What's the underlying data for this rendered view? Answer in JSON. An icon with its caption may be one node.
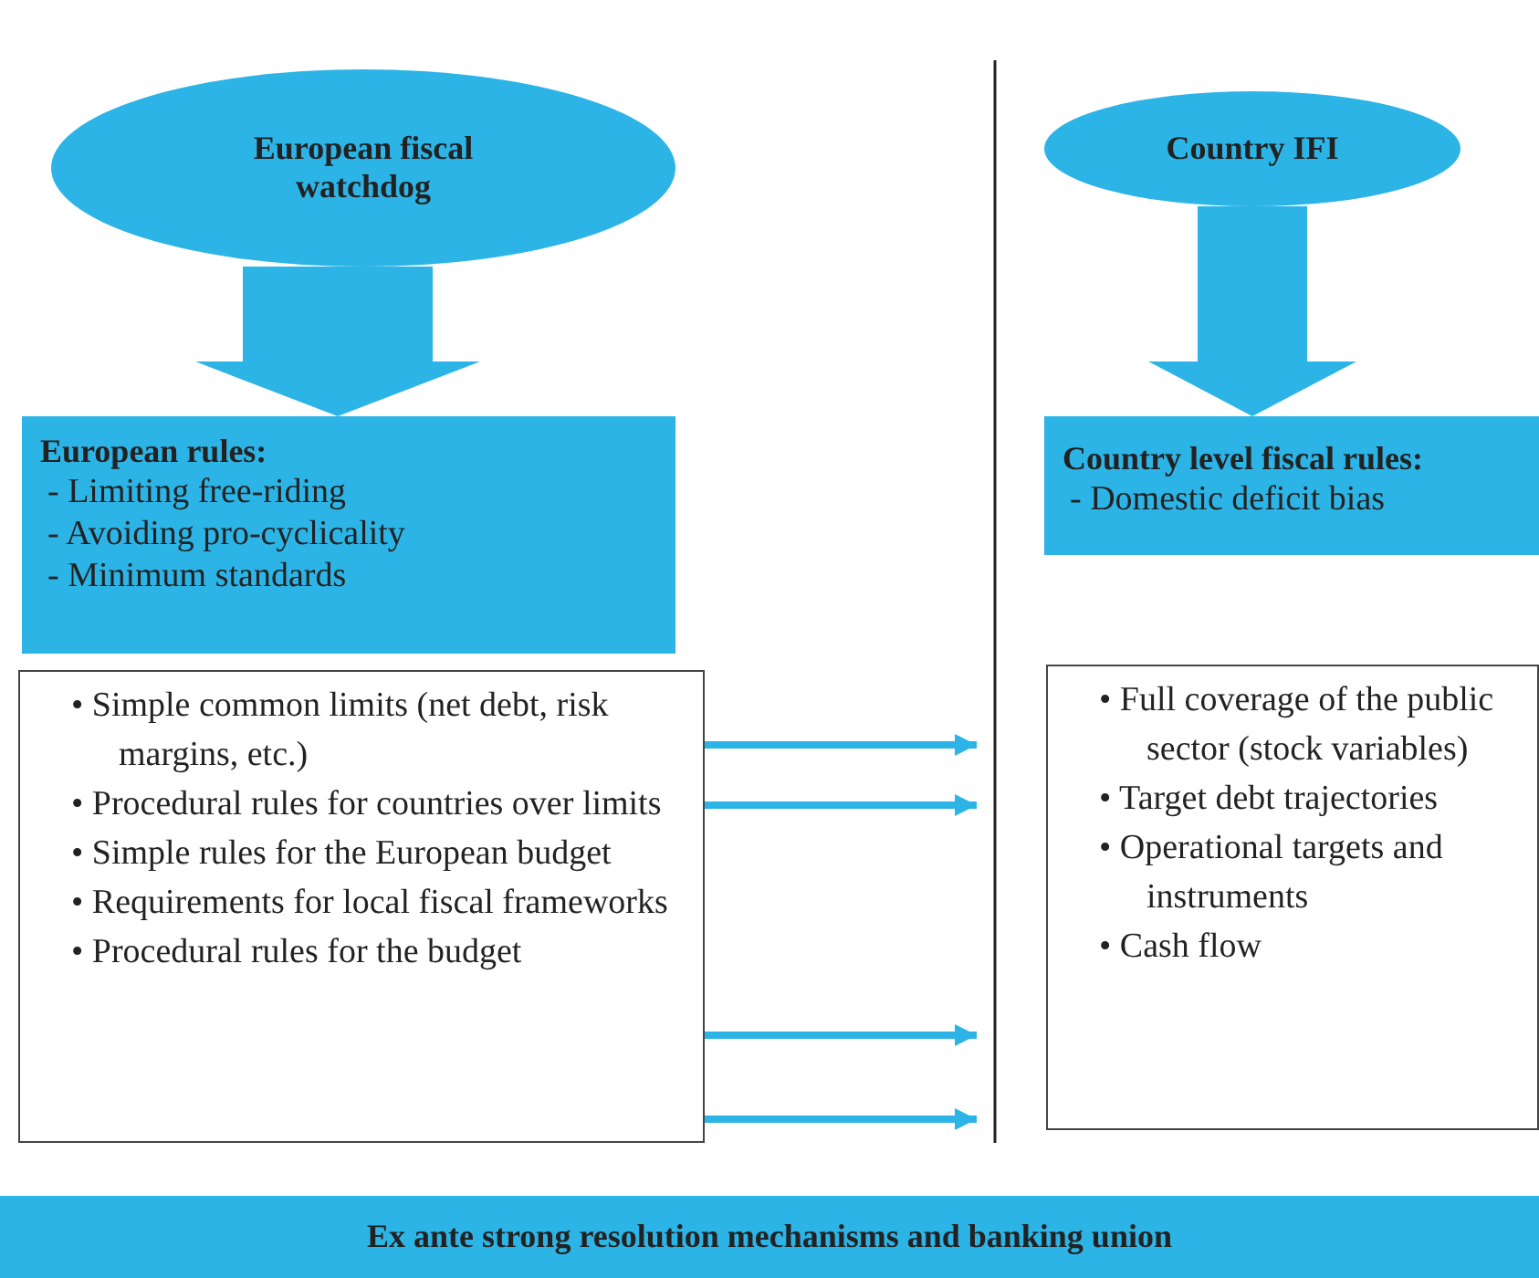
{
  "diagram": {
    "nodes": [
      {
        "text": [
          "European fiscal watchdog"
        ]
      },
      {
        "text": [
          "Country IFI"
        ]
      },
      {
        "text": [
          "European rules:",
          "- Limiting free-riding",
          "- Avoiding pro-cyclicality",
          "- Minimum standards"
        ]
      },
      {
        "text": [
          "Country level fiscal rules:",
          "- Domestic deficit bias"
        ]
      },
      {
        "text": [
          "• Simple common limits (net debt, risk margins, etc.)",
          "• Procedural rules for countries over limits",
          "• Simple rules for the European budget",
          "• Requirements for local fiscal frameworks",
          "• Procedural rules for the budget"
        ]
      },
      {
        "text": [
          "• Full coverage of the public sector (stock variables)",
          "• Target debt trajectories",
          "• Operational targets and instruments",
          "• Cash flow"
        ]
      },
      {
        "text": [
          "Ex ante strong resolution mechanisms and banking union"
        ]
      }
    ],
    "edges": [
      {
        "from": 0,
        "to": 2,
        "arrow": "to",
        "style": "thick"
      },
      {
        "from": 1,
        "to": 3,
        "arrow": "to",
        "style": "thick"
      },
      {
        "from": 4,
        "to": null,
        "arrow": "to"
      },
      {
        "from": 4,
        "to": null,
        "arrow": "to"
      },
      {
        "from": 4,
        "to": null,
        "arrow": "to"
      },
      {
        "from": 4,
        "to": null,
        "arrow": "to"
      }
    ]
  }
}
